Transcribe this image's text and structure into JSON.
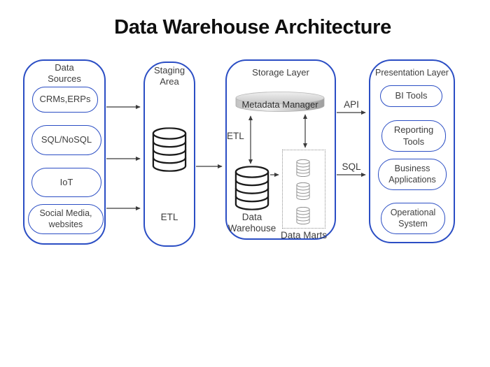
{
  "title": "Data Warehouse Architecture",
  "colors": {
    "panel_border_blue": "#2b4ec4",
    "arrow": "#3b3b3b",
    "metadata_disk_gray": "#c9c9c9",
    "text": "#3d3d3d"
  },
  "data_sources": {
    "title": "Data Sources",
    "items": [
      "CRMs,ERPs",
      "SQL/NoSQL",
      "IoT",
      "Social Media, websites"
    ]
  },
  "staging": {
    "title": "Staging Area",
    "etl_label": "ETL"
  },
  "storage": {
    "title": "Storage Layer",
    "metadata_label": "Metadata Manager",
    "etl_label": "ETL",
    "warehouse_label": "Data Warehouse",
    "marts_label": "Data Marts"
  },
  "presentation": {
    "title": "Presentation Layer",
    "items": [
      "BI Tools",
      "Reporting Tools",
      "Business Applications",
      "Operational System"
    ]
  },
  "connections": {
    "api_label": "API",
    "sql_label": "SQL"
  }
}
